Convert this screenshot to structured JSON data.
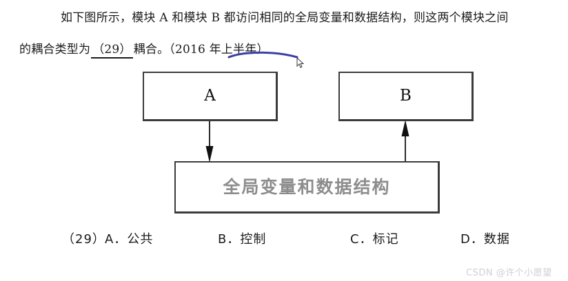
{
  "page": {
    "background_color": "#ffffff",
    "text_color": "#1a1a1a"
  },
  "question": {
    "line1": "如下图所示，模块 A 和模块 B 都访问相同的全局变量和数据结构，则这两个模块之间",
    "line2_prefix": "的耦合类型为",
    "blank_label": "（29）",
    "line2_suffix": "耦合。（2016 年上半年）"
  },
  "annotation": {
    "blue_underline_color": "#3b3fa6",
    "cursor_name": "mouse-pointer"
  },
  "diagram": {
    "box_a_label": "A",
    "box_b_label": "B",
    "box_global_label": "全局变量和数据结构",
    "box_border_color": "#3b3b3b",
    "global_text_color": "#8d8d8d",
    "arrows": [
      {
        "name": "a-to-global",
        "from": "A",
        "to": "全局变量和数据结构",
        "direction": "down"
      },
      {
        "name": "global-to-b",
        "from": "全局变量和数据结构",
        "to": "B",
        "direction": "up"
      }
    ]
  },
  "options": {
    "number": "（29）",
    "a": "A．公共",
    "b": "B．控制",
    "c": "C．标记",
    "d": "D．数据"
  },
  "watermark": {
    "text": "CSDN @许个小愿望",
    "color": "#cfcfd6"
  }
}
